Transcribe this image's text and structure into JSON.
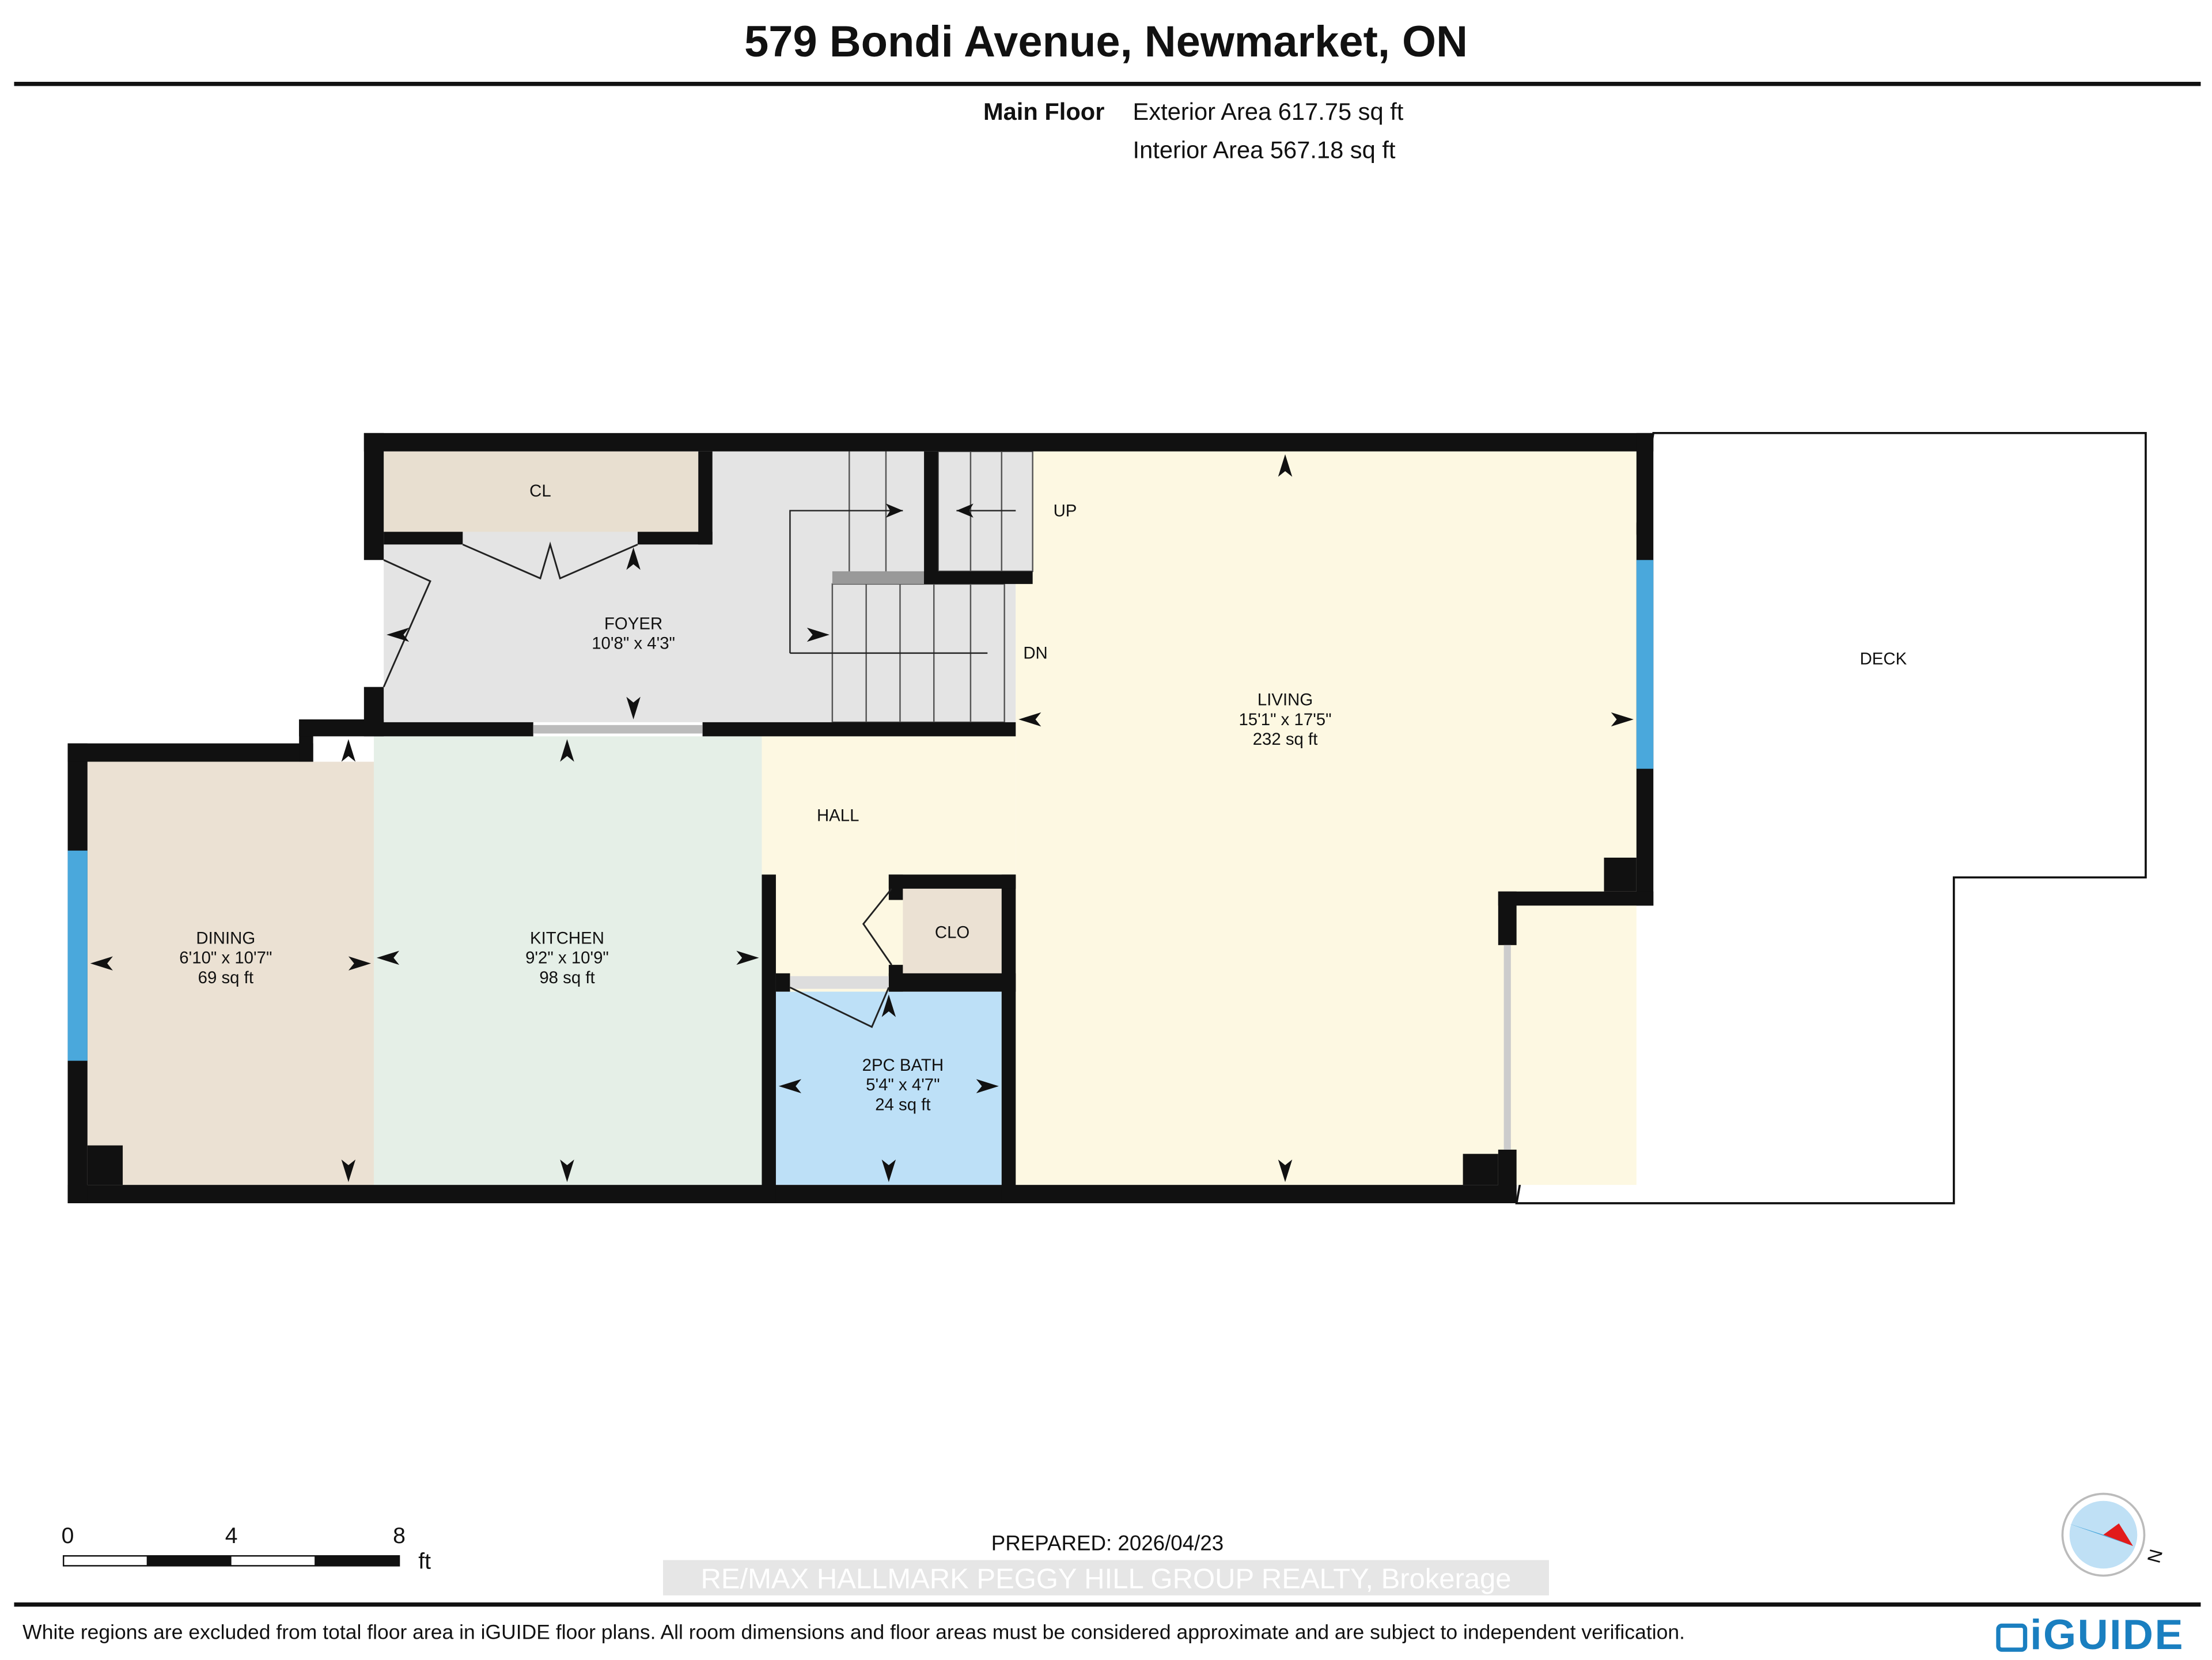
{
  "title": "579 Bondi Avenue, Newmarket, ON",
  "floor": {
    "name": "Main Floor",
    "exterior_area": "Exterior Area 617.75 sq ft",
    "interior_area": "Interior Area 567.18 sq ft"
  },
  "rooms": {
    "cl": {
      "name": "CL"
    },
    "foyer": {
      "name": "FOYER",
      "dims": "10'8\" x 4'3\""
    },
    "up": {
      "name": "UP"
    },
    "dn": {
      "name": "DN"
    },
    "living": {
      "name": "LIVING",
      "dims": "15'1\" x 17'5\"",
      "area": "232 sq ft"
    },
    "deck": {
      "name": "DECK"
    },
    "hall": {
      "name": "HALL"
    },
    "dining": {
      "name": "DINING",
      "dims": "6'10\" x 10'7\"",
      "area": "69 sq ft"
    },
    "kitchen": {
      "name": "KITCHEN",
      "dims": "9'2\" x 10'9\"",
      "area": "98 sq ft"
    },
    "clo": {
      "name": "CLO"
    },
    "bath": {
      "name": "2PC BATH",
      "dims": "5'4\" x 4'7\"",
      "area": "24 sq ft"
    }
  },
  "colors": {
    "wall": "#111111",
    "window": "#4aa8dc",
    "foyer": "#e4e4e4",
    "closet": "#e8dfd0",
    "kitchen": "#e5efe7",
    "living": "#fdf8e2",
    "bath": "#bde0f7",
    "brand": "#1a7fc0"
  },
  "scale_bar": {
    "ticks": [
      "0",
      "4",
      "8"
    ],
    "unit": "ft"
  },
  "prepared": "PREPARED: 2026/04/23",
  "brokerage": "RE/MAX HALLMARK PEGGY HILL GROUP REALTY, Brokerage",
  "compass": {
    "label": "N"
  },
  "footer_note": "White regions are excluded from total floor area in iGUIDE floor plans. All room dimensions and floor areas must be considered approximate and are subject to independent verification.",
  "logo": "iGUIDE"
}
